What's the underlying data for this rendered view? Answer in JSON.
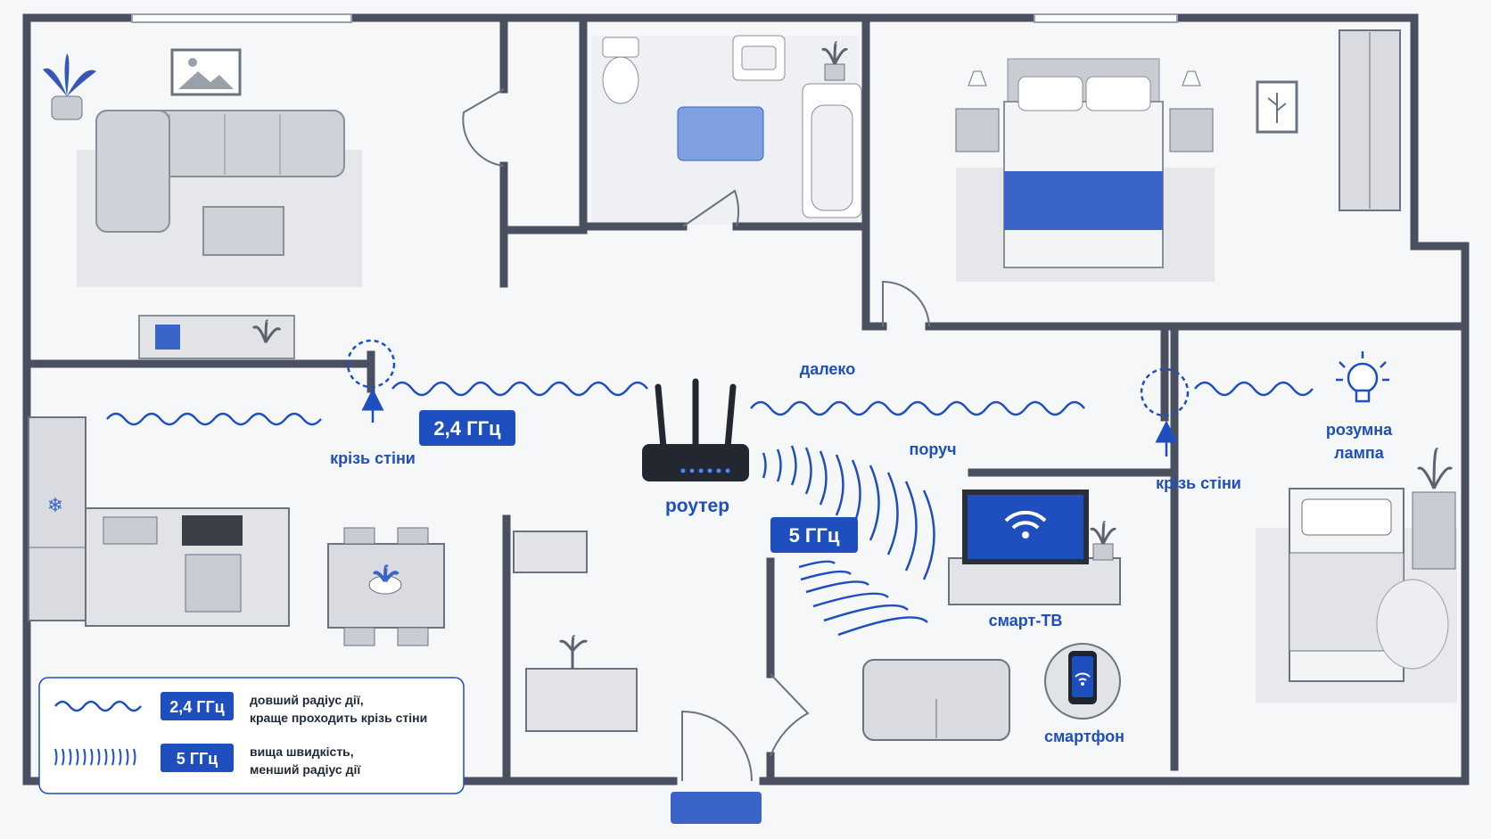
{
  "colors": {
    "wall": "#4a5060",
    "floor": "#f6f7f9",
    "accent": "#1f4fbf",
    "badge": "#1f4fbf",
    "furniture": "#d9dbe0",
    "furniture_dark": "#9aa0aa"
  },
  "labels": {
    "router": "роутер",
    "through_walls_left": "крізь стіни",
    "through_walls_right": "крізь стіни",
    "far": "далеко",
    "near": "поруч",
    "smart_tv": "смарт-ТВ",
    "smartphone": "смартфон",
    "smart_lamp_line1": "розумна",
    "smart_lamp_line2": "лампа"
  },
  "badges": {
    "band_24": "2,4 ГГц",
    "band_5": "5 ГГц"
  },
  "legend": {
    "row1_badge": "2,4 ГГц",
    "row1_line1": "довший радіус дії,",
    "row1_line2": "краще проходить крізь стіни",
    "row2_badge": "5 ГГц",
    "row2_line1": "вища швидкість,",
    "row2_line2": "менший радіус дії"
  },
  "icons": {
    "router": "router-icon",
    "tv_wifi": "wifi-icon",
    "phone_wifi": "wifi-icon",
    "lamp": "lightbulb-icon",
    "fridge_snow": "snowflake-icon"
  }
}
